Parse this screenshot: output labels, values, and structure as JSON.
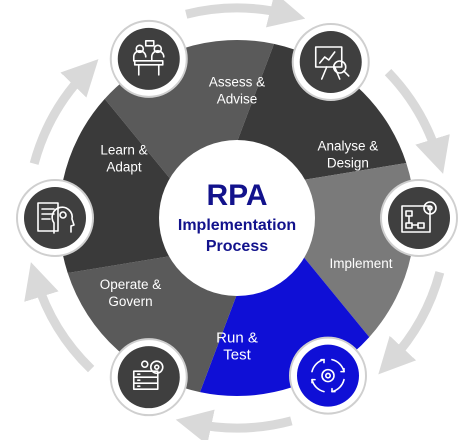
{
  "center": {
    "title": "RPA",
    "line1": "Implementation",
    "line2": "Process"
  },
  "colors": {
    "ring_arrows": "#d9d9d9",
    "segment_dark": "#3a3a3a",
    "segment_mid": "#5a5a5a",
    "segment_light": "#7a7a7a",
    "highlight": "#0f0fd6",
    "circle_border": "#cfcfcf",
    "icon_bg": "#3f3f3f",
    "center_text": "#12128c"
  },
  "stages": [
    {
      "id": "assess",
      "lines": [
        "Assess &",
        "Advise"
      ],
      "icon": "meeting-icon",
      "highlight": false
    },
    {
      "id": "analyse",
      "lines": [
        "Analyse &",
        "Design"
      ],
      "icon": "chart-board-icon",
      "highlight": false
    },
    {
      "id": "implement",
      "lines": [
        "Implement"
      ],
      "icon": "flowchart-gear-icon",
      "highlight": false
    },
    {
      "id": "run-test",
      "lines": [
        "Run &",
        "Test"
      ],
      "icon": "cycle-gear-icon",
      "highlight": true
    },
    {
      "id": "operate",
      "lines": [
        "Operate &",
        "Govern"
      ],
      "icon": "server-gear-icon",
      "highlight": false
    },
    {
      "id": "learn",
      "lines": [
        "Learn &",
        "Adapt"
      ],
      "icon": "ai-head-report-icon",
      "highlight": false
    }
  ]
}
